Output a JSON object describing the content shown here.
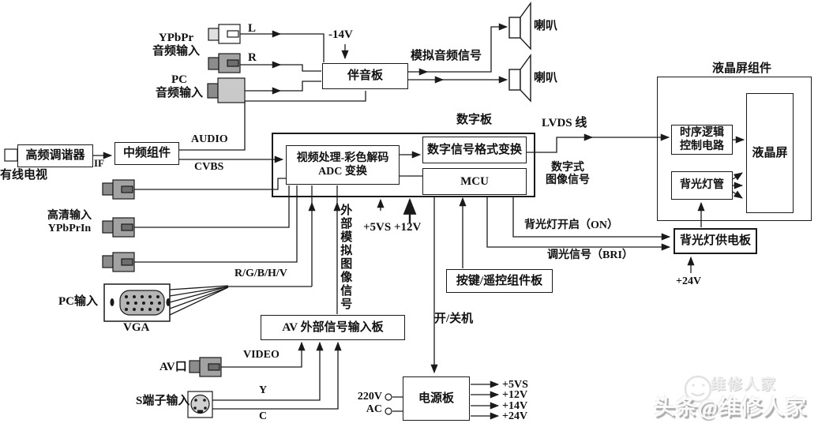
{
  "diagram": {
    "tuner": {
      "box": "高频调谐器",
      "cable_tv": "有线电视",
      "if_label": "IF",
      "if_module": "中频组件",
      "audio": "AUDIO",
      "cvbs": "CVBS"
    },
    "audio": {
      "l": "L",
      "r": "R",
      "ypbpr_in": "YPbPr\n音频输入",
      "pc_in": "PC\n音频输入",
      "minus_14v": "-14V",
      "board": "伴音板",
      "analog_signal": "模拟音频信号",
      "speaker": "喇叭"
    },
    "digital": {
      "title": "数字板",
      "video_proc": "视频处理-彩色解码\nADC 变换",
      "format_conv": "数字信号格式变换",
      "mcu": "MCU",
      "lvds": "LVDS 线",
      "image_signal": "数字式\n图像信号",
      "supply_in": "+5VS +12V"
    },
    "inputs": {
      "hd": "高清输入\nYPbPrIn",
      "pc": "PC输入",
      "vga": "VGA",
      "rgbhv": "R/G/B/H/V",
      "ext_analog": "外部模拟图像信号"
    },
    "av": {
      "board": "AV 外部信号输入板",
      "port": "AV口",
      "video": "VIDEO",
      "svideo": "S端子输入",
      "y": "Y",
      "c": "C"
    },
    "control": {
      "keypad": "按键/遥控组件板",
      "onoff": "开/关机",
      "backlight_on": "背光灯开启（ON）",
      "dim": "调光信号（BRI）"
    },
    "power": {
      "board": "电源板",
      "v220": "220V",
      "ac": "AC",
      "out_5vs": "+5VS",
      "out_12v": "+12V",
      "out_14v": "+14V",
      "out_24v": "+24V"
    },
    "backlight": {
      "supply": "背光灯供电板",
      "v24": "+24V"
    },
    "lcd": {
      "assembly": "液晶屏组件",
      "timing": "时序逻辑\n控制电路",
      "panel": "液晶屏",
      "tubes": "背光灯管"
    },
    "watermark": {
      "main": "头条@维修人家",
      "ghost": "维修人家"
    },
    "colors": {
      "line": "#1a1a1a",
      "connector_dark": "#8c8c8c",
      "connector_body": "#a2a2a2",
      "connector_light": "#c9c9c9"
    }
  }
}
